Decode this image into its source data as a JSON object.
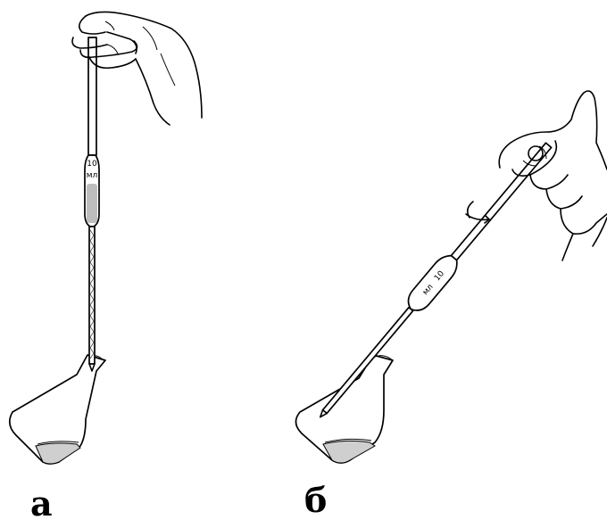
{
  "figure": {
    "labels": {
      "a": "а",
      "b": "б"
    },
    "pipette_a": {
      "volume_mark": "10",
      "unit_mark": "мл"
    }
  }
}
